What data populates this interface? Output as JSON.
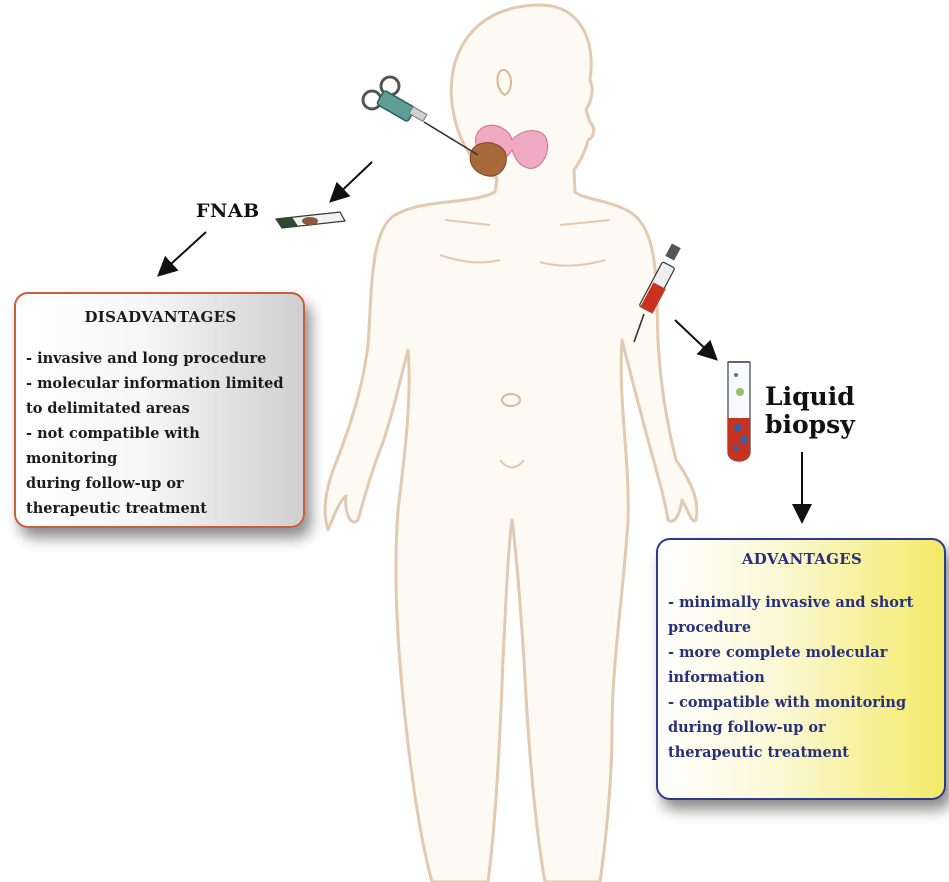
{
  "fnab": {
    "label": "FNAB"
  },
  "liquid_biopsy": {
    "line1": "Liquid",
    "line2": "biopsy"
  },
  "disadvantages": {
    "title": "DISADVANTAGES",
    "items": [
      "- invasive and long  procedure",
      " - molecular information limited\n to delimitated areas",
      "- not compatible with monitoring\n during follow-up or\n therapeutic treatment"
    ]
  },
  "advantages": {
    "title": "ADVANTAGES",
    "items": [
      "- minimally invasive and short\n procedure",
      "- more complete molecular\n  information",
      "- compatible with monitoring\n during follow-up or\n therapeutic treatment"
    ]
  },
  "colors": {
    "body_outline": "#e3c9b0",
    "body_fill": "#fdf9f3",
    "disadvantages_border": "#c9603a",
    "advantages_border": "#2e3a8c",
    "advantages_text": "#27307a",
    "thyroid": "#f0a9c3",
    "tumor": "#a86a3a",
    "blood": "#c8321e",
    "syringe_body": "#5f9e98"
  }
}
